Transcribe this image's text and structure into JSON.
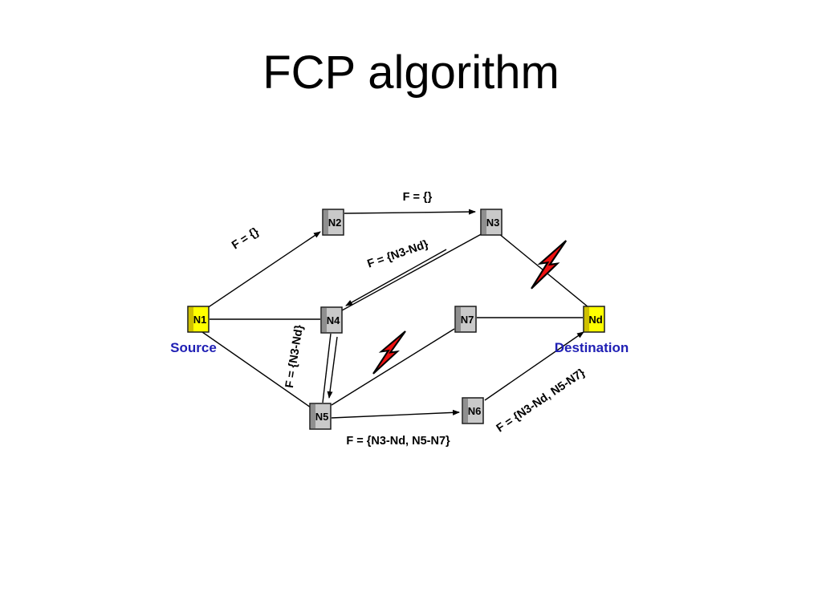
{
  "slide": {
    "title": "FCP algorithm"
  },
  "diagram": {
    "source_label": "Source",
    "destination_label": "Destination",
    "nodes": [
      {
        "id": "N1",
        "label": "N1",
        "role": "source"
      },
      {
        "id": "N2",
        "label": "N2",
        "role": "router"
      },
      {
        "id": "N3",
        "label": "N3",
        "role": "router"
      },
      {
        "id": "N4",
        "label": "N4",
        "role": "router"
      },
      {
        "id": "N5",
        "label": "N5",
        "role": "router"
      },
      {
        "id": "N6",
        "label": "N6",
        "role": "router"
      },
      {
        "id": "N7",
        "label": "N7",
        "role": "router"
      },
      {
        "id": "Nd",
        "label": "Nd",
        "role": "destination"
      }
    ],
    "edges": [
      {
        "from": "N1",
        "to": "N2",
        "label": "F = {}",
        "arrow": true
      },
      {
        "from": "N2",
        "to": "N3",
        "label": "F = {}",
        "arrow": true
      },
      {
        "from": "N3",
        "to": "N4",
        "label": "F = {N3-Nd}",
        "arrow": true
      },
      {
        "from": "N4",
        "to": "N5",
        "label": "F = {N3-Nd}",
        "arrow": true
      },
      {
        "from": "N5",
        "to": "N6",
        "label": "F = {N3-Nd, N5-N7}",
        "arrow": true
      },
      {
        "from": "N6",
        "to": "Nd",
        "label": "F = {N3-Nd, N5-N7}",
        "arrow": true
      },
      {
        "from": "N1",
        "to": "N4",
        "arrow": false
      },
      {
        "from": "N1",
        "to": "N5",
        "arrow": false
      },
      {
        "from": "N7",
        "to": "Nd",
        "arrow": false
      },
      {
        "from": "N3",
        "to": "Nd",
        "arrow": false,
        "failed": true
      },
      {
        "from": "N5",
        "to": "N7",
        "arrow": false,
        "failed": true
      }
    ],
    "colors": {
      "node_fill": "#c9c9c9",
      "node_side": "#8f8f8f",
      "endpoint_fill": "#ffff00",
      "endpoint_side": "#cfc000",
      "bolt_red": "#ee1111",
      "label_blue": "#1f1fb4"
    }
  }
}
